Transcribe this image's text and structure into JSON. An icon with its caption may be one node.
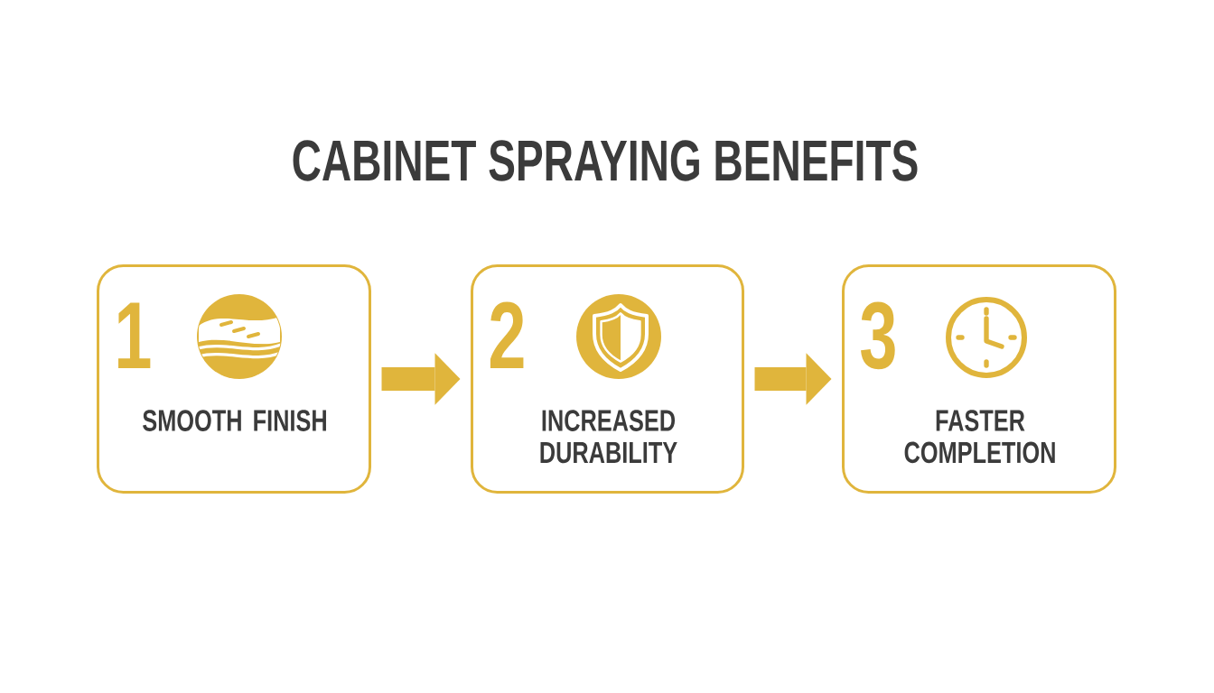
{
  "diagram": {
    "title": "CABINET SPRAYING BENEFITS",
    "nodes": [
      {
        "text": [
          "1",
          "SMOOTH FINISH"
        ]
      },
      {
        "text": [
          "2",
          "INCREASED DURABILITY"
        ]
      },
      {
        "text": [
          "3",
          "FASTER COMPLETION"
        ]
      }
    ],
    "edges": [
      {
        "from": 0,
        "to": 1,
        "arrow": "to"
      },
      {
        "from": 1,
        "to": 2,
        "arrow": "to"
      }
    ]
  }
}
